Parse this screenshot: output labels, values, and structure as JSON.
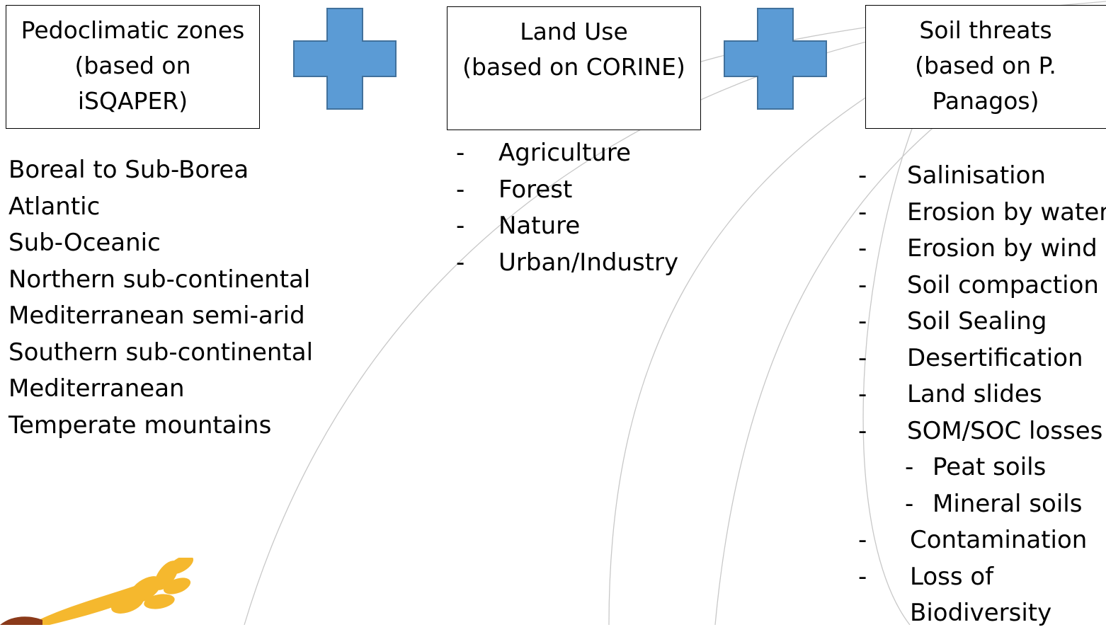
{
  "boxes": {
    "pedoclimatic": {
      "lines": [
        "Pedoclimatic zones",
        "(based on",
        "iSQAPER)"
      ]
    },
    "land_use": {
      "lines": [
        "Land Use",
        "(based on CORINE)"
      ]
    },
    "soil_threats": {
      "lines": [
        "Soil threats",
        "(based on P.",
        "Panagos)"
      ]
    }
  },
  "pedoclimatic_zones": [
    "Boreal to Sub-Borea",
    "Atlantic",
    "Sub-Oceanic",
    "Northern sub-continental",
    "Mediterranean semi-arid",
    "Southern sub-continental",
    "Mediterranean",
    "Temperate mountains"
  ],
  "land_use_items": [
    "Agriculture",
    "Forest",
    "Nature",
    "Urban/Industry"
  ],
  "soil_threat_items": [
    "Salinisation",
    "Erosion by water",
    "Erosion by wind",
    "Soil compaction",
    "Soil Sealing",
    "Desertification",
    "Land slides",
    "SOM/SOC losses",
    "Peat soils",
    "Mineral soils",
    "Contamination",
    "Loss of",
    "Biodiversity"
  ],
  "bullet": "-",
  "colors": {
    "plus_fill": "#5b9bd5",
    "plus_stroke": "#41719c",
    "logo": "#f5b82e",
    "background_arcs": "#c8c8c8"
  },
  "icons": {
    "plus": "plus-icon",
    "logo": "wheat-logo"
  }
}
